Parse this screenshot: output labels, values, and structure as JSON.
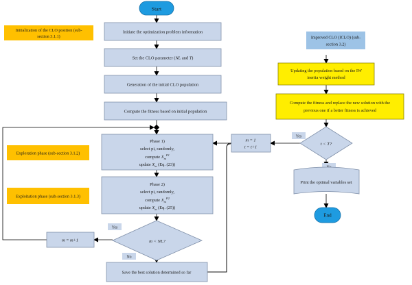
{
  "colors": {
    "process_fill": "#c9d6ea",
    "process_stroke": "#7f8fa8",
    "terminal_fill": "#1e9be0",
    "yellow_fill": "#ffee00",
    "orange_fill": "#ffc000",
    "label_blue": "#9dc3e6",
    "arrow": "#000000"
  },
  "start": {
    "label": "Start"
  },
  "end": {
    "label": "End"
  },
  "steps": {
    "initiate": "Initiate the optimization problem information",
    "set_param_prefix": "Set the CLO parameter (",
    "set_param_nl": "NL",
    "set_param_and": " and ",
    "set_param_t": "T",
    "set_param_suffix": ")",
    "generation": "Generation of the initial CLO population",
    "compute_fitness": "Compute the fitness based on initial population",
    "phase1": {
      "title": "Phase 1)",
      "line2": "select pi, randomly,",
      "line3_prefix": "compute ",
      "line3_var": "X",
      "line3_sub": "m",
      "line3_sup": "P1",
      "line4_prefix": "update ",
      "line4_var": "X",
      "line4_sub": "m",
      "line4_suffix": " (Eq. (23))"
    },
    "phase2": {
      "title": "Phase 2)",
      "line2": "select pi, randomly,",
      "line3_prefix": "compute ",
      "line3_var": "X",
      "line3_sub": "m",
      "line3_sup": "P2",
      "line4_prefix": "update ",
      "line4_var": "X",
      "line4_sub": "m",
      "line4_suffix": " (Eq. (25))"
    },
    "decision_m": "m < NL?",
    "increment_m": "m = m+1",
    "save_best": "Save the best solution determined so far",
    "reset_m": "m = 1",
    "increment_t": "t = t+1",
    "updating_line1": "Updating the population based on the IW",
    "updating_line2": "inertia weight method",
    "compute_replace_line1": "Compute the fitness and replace the new solution with the",
    "compute_replace_line2": "previous one if a better fitness is achieved",
    "decision_t": "t < T?",
    "print_optimal": "Print the optimal variables set"
  },
  "side_labels": {
    "init_line1": "Initialization of the CLO position (sub-",
    "init_line2": "section 3.1.1)",
    "exploration": "Exploration phase (sub-section 3.1.2)",
    "exploitation": "Exploitation phase (sub-section 3.1.3)",
    "iclo_line1": "Improved CLO (ICLO) (sub-",
    "iclo_line2": "section 3.2)"
  },
  "branch_labels": {
    "yes_m": "Yes",
    "no_m": "No",
    "yes_t": "Yes",
    "no_t": "No"
  }
}
